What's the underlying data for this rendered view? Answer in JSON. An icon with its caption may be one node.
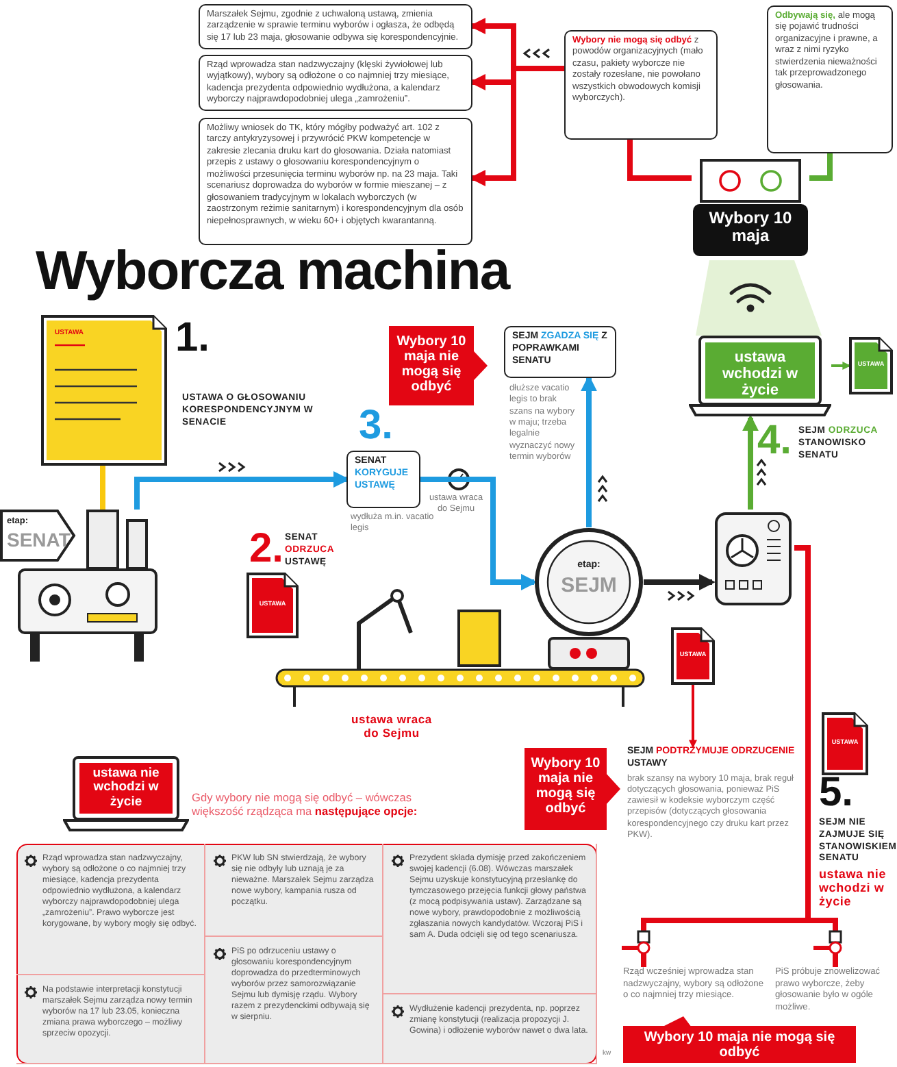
{
  "diagram": {
    "title": "Wyborcza machina",
    "nodes": [
      {
        "text": [
          "Marszałek Sejmu, zgodnie z uchwaloną ustawą, zmienia zarządzenie w sprawie terminu wyborów i ogłasza, że odbędą się 17 lub 23 maja, głosowanie odbywa się korespondencyjnie."
        ]
      },
      {
        "text": [
          "Rząd wprowadza stan nadzwyczajny (klęski żywiołowej lub wyjątkowy), wybory są odłożone o co najmniej trzy miesiące, kadencja prezydenta odpowiednio wydłużona, a kalendarz wyborczy najprawdopodobniej ulega „zamrożeniu”."
        ]
      },
      {
        "text": [
          "Możliwy wniosek do TK, który mógłby podważyć art. 102 z tarczy antykryzysowej i przywrócić PKW kompetencje w zakresie zlecania druku kart do głosowania. Działa natomiast przepis z ustawy o głosowaniu korespondencyjnym o możliwości przesunięcia terminu wyborów np. na 23 maja. Taki scenariusz doprowadza do wyborów w formie mieszanej – z głosowaniem tradycyjnym w lokalach wyborczych (w zaostrzonym reżimie sanitarnym) i korespondencyjnym dla osób niepełnosprawnych, w wieku 60+ i objętych kwarantanną."
        ]
      },
      {
        "text": [
          "**Wybory nie mogą się odbyć** z powodów organizacyjnych (mało czasu, pakiety wyborcze nie zostały rozesłane, nie powołano wszystkich obwodowych komisji wyborczych)."
        ]
      },
      {
        "text": [
          "**Odbywają się,** ale mogą się pojawić trudności organizacyjne i prawne, a wraz z nimi ryzyko stwierdzenia nieważności tak przeprowadzonego głosowania."
        ]
      },
      {
        "text": [
          "Wybory 10 maja"
        ]
      },
      {
        "text": [
          "ustawa wchodzi w życie"
        ],
        "beside": [
          "4.",
          "SEJM **ODRZUCA** STANOWISKO SENATU"
        ]
      },
      {
        "text": [
          "USTAWA"
        ]
      },
      {
        "text": [
          "USTAWA"
        ],
        "beside": [
          "1.",
          "USTAWA O GŁOSOWANIU KORESPONDENCYJNYM W SENACIE"
        ]
      },
      {
        "text": [
          "etap:",
          "SENAT"
        ]
      },
      {
        "text": [
          "SENAT **KORYGUJE USTAWĘ**"
        ],
        "beside": [
          "3.",
          "wydłuża m.in. vacatio legis"
        ]
      },
      {
        "text": [
          "Wybory 10 maja nie mogą się odbyć"
        ]
      },
      {
        "text": [
          "SEJM **ZGADZA SIĘ** Z POPRAWKAMI SENATU"
        ],
        "beside": [
          "dłuższe vacatio legis to brak szans na wybory w maju; trzeba legalnie wyznaczyć nowy termin wyborów"
        ]
      },
      {
        "text": [
          "etap:",
          "SEJM"
        ]
      },
      {
        "text": [
          "USTAWA"
        ],
        "beside": [
          "2.",
          "SENAT **ODRZUCA** USTAWĘ"
        ]
      },
      {
        "text": [],
        "shape": "picture"
      },
      {
        "text": [
          "USTAWA"
        ]
      },
      {
        "text": [
          "SEJM **PODTRZYMUJE ODRZUCENIE** USTAWY",
          "brak szansy na wybory 10 maja, brak reguł dotyczących głosowania, ponieważ PiS zawiesił w kodeksie wyborczym część przepisów (dotyczących głosowania korespondencyjnego czy druku kart przez PKW)."
        ]
      },
      {
        "text": [
          "Wybory 10 maja nie mogą się odbyć"
        ]
      },
      {
        "text": [
          "USTAWA"
        ],
        "beside": [
          "5.",
          "SEJM NIE ZAJMUJE SIĘ STANOWISKIEM SENATU",
          "ustawa nie wchodzi w życie"
        ]
      },
      {
        "text": [
          "Rząd wcześniej wprowadza stan nadzwyczajny, wybory są odłożone o co najmniej trzy miesiące."
        ]
      },
      {
        "text": [
          "PiS próbuje znowelizować prawo wyborcze, żeby głosowanie było w ogóle możliwe."
        ]
      },
      {
        "text": [
          "Wybory 10 maja nie mogą się odbyć"
        ]
      },
      {
        "text": [
          "ustawa nie wchodzi w życie"
        ]
      },
      {
        "text": [
          "Gdy wybory nie mogą się odbyć – wówczas większość rządząca ma **następujące opcje:**"
        ]
      },
      {
        "text": [
          "Rząd wprowadza stan nadzwyczajny, wybory są odłożone o co najmniej trzy miesiące, kadencja prezydenta odpowiednio wydłużona, a kalendarz wyborczy najprawdopodobniej ulega „zamrożeniu”. Prawo wyborcze jest korygowane, by wybory mogły się odbyć."
        ],
        "in": 24
      },
      {
        "text": [
          "Na podstawie interpretacji konstytucji marszałek Sejmu zarządza nowy termin wyborów na 17 lub 23.05, konieczna zmiana prawa wyborczego – możliwy sprzeciw opozycji."
        ],
        "in": 24
      },
      {
        "text": [
          "PKW lub SN stwierdzają, że wybory się nie odbyły lub uznają je za nieważne. Marszałek Sejmu zarządza nowe wybory, kampania rusza od początku."
        ],
        "in": 24
      },
      {
        "text": [
          "PiS po odrzuceniu ustawy o głosowaniu korespondencyjnym doprowadza do przedterminowych wyborów przez samorozwiązanie Sejmu lub dymisję rządu. Wybory razem z prezydenckimi odbywają się w sierpniu."
        ],
        "in": 24
      },
      {
        "text": [
          "Prezydent składa dymisję przed zakończeniem swojej kadencji (6.08). Wówczas marszałek Sejmu uzyskuje konstytucyjną przesłankę do tymczasowego przejęcia funkcji głowy państwa (z mocą podpisywania ustaw). Zarządzane są nowe wybory, prawdopodobnie z możliwością zgłaszania nowych kandydatów. Wczoraj PiS i sam A. Duda odcięli się od tego scenariusza."
        ],
        "in": 24
      },
      {
        "text": [
          "Wydłużenie kadencji prezydenta, np. poprzez zmianę konstytucji (realizacja propozycji J. Gowina) i odłożenie wyborów nawet o dwa lata."
        ],
        "in": 24
      }
    ],
    "edges": [
      {
        "from": 3,
        "to": 0,
        "arrow": "to"
      },
      {
        "from": 3,
        "to": 1,
        "arrow": "to"
      },
      {
        "from": 3,
        "to": 2,
        "arrow": "to"
      },
      {
        "from": 5,
        "to": 3,
        "arrow": "none"
      },
      {
        "from": 5,
        "to": 4,
        "arrow": "none",
        "color": "#5aac33"
      },
      {
        "from": 6,
        "to": 7,
        "arrow": "to",
        "color": "#5aac33"
      },
      {
        "from": 8,
        "to": 9,
        "arrow": "none",
        "color": "#f9c80e"
      },
      {
        "from": 9,
        "to": 10,
        "arrow": "to",
        "color": "#1e9be0"
      },
      {
        "from": 10,
        "to": 13,
        "arrow": "to",
        "color": "#1e9be0"
      },
      {
        "from": 13,
        "to": 12,
        "arrow": "to",
        "color": "#1e9be0"
      },
      {
        "from": 13,
        "to": 15,
        "arrow": "to",
        "color": "#222222"
      },
      {
        "from": 15,
        "to": 6,
        "arrow": "to",
        "color": "#5aac33"
      },
      {
        "from": 15,
        "to": 20,
        "arrow": "none"
      },
      {
        "from": 15,
        "to": 21,
        "arrow": "none"
      },
      {
        "from": 16,
        "to": 17,
        "arrow": "to"
      }
    ],
    "labels": [
      "ustawa wraca do Sejmu",
      "ustawa wraca do Sejmu",
      "kw"
    ]
  }
}
